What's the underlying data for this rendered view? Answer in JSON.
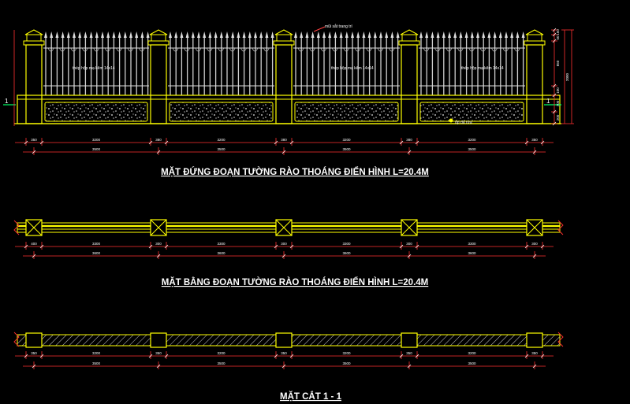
{
  "elevation": {
    "title": "MẶT ĐỨNG  ĐOẠN TƯỜNG RÀO THOÁNG ĐIỂN HÌNH L=20.4M",
    "top_note": "mũi sắt trang trí",
    "panel_notes": [
      "thép hộp mạ kẽm 14x14",
      "thép hộp mạ kẽm 14x14",
      "thép hộp mạ kẽm 14x14"
    ],
    "bottom_note": "ốp đá rửa",
    "section_mark": "1",
    "dims_row1": [
      "350",
      "3200",
      "380",
      "3200",
      "380",
      "3200",
      "380",
      "3200",
      "350"
    ],
    "dims_row2": [
      "3500",
      "3500",
      "3500",
      "3500"
    ],
    "right_dims": [
      "150",
      "50",
      "850",
      "100",
      "700",
      "200",
      "2000"
    ]
  },
  "plan": {
    "title": "MẶT BẰNG  ĐOẠN TƯỜNG RÀO THOÁNG ĐIỂN HÌNH L=20.4M",
    "dims_row1": [
      "400",
      "3300",
      "300",
      "3300",
      "300",
      "3300",
      "300",
      "3300",
      "300"
    ],
    "dims_row2": [
      "3600",
      "3600",
      "3600",
      "3600"
    ]
  },
  "section": {
    "title": "MẶT CẮT 1 - 1",
    "dims_row1": [
      "350",
      "3200",
      "350",
      "3200",
      "350",
      "3200",
      "350",
      "3200",
      "350"
    ],
    "dims_row2": [
      "3500",
      "3500",
      "3500",
      "3500"
    ]
  },
  "colors": {
    "background": "#000000",
    "outline": "#ffff00",
    "dimension": "#ff3030",
    "text": "#ffffff",
    "accent": "#ff4040"
  }
}
